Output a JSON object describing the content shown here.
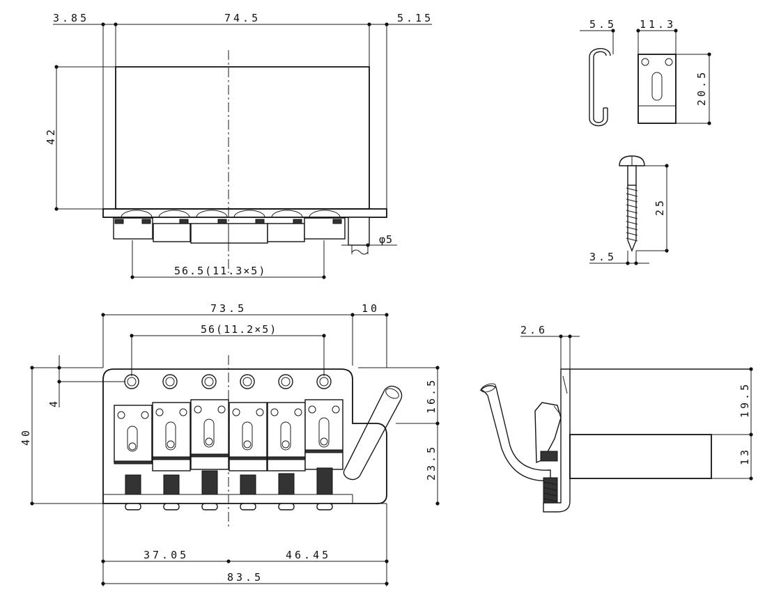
{
  "top_view": {
    "dim_left_margin": "3.85",
    "dim_width": "74.5",
    "dim_right_margin": "5.15",
    "dim_height": "42",
    "dim_saddle_span": "56.5(11.3×5)",
    "dim_post_dia": "φ5"
  },
  "claw": {
    "dim_hook_width": "5.5",
    "dim_block_width": "11.3",
    "dim_block_height": "20.5"
  },
  "screw": {
    "dim_length": "25",
    "dim_dia": "3.5"
  },
  "front_view": {
    "dim_base_width": "73.5",
    "dim_arm_offset": "10",
    "dim_string_spacing": "56(11.2×5)",
    "dim_hole_offset": "4",
    "dim_height": "40",
    "dim_upper": "16.5",
    "dim_lower": "23.5",
    "dim_left_to_center": "37.05",
    "dim_center_to_right": "46.45",
    "dim_total_width": "83.5"
  },
  "side_view": {
    "dim_plate_thickness": "2.6",
    "dim_block_offset": "19.5",
    "dim_block_height": "13"
  }
}
